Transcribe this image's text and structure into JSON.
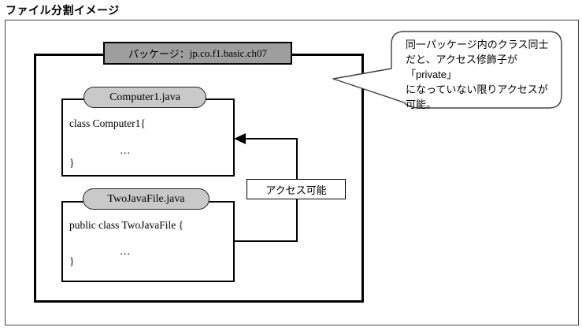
{
  "title": "ファイル分割イメージ",
  "package": {
    "label_prefix": "パッケージ：",
    "label_name": "jp.co.f1.basic.ch07"
  },
  "files": [
    {
      "tab": "Computer1.java",
      "code_lines": [
        "class Computer1{",
        "…",
        "}"
      ]
    },
    {
      "tab": "TwoJavaFile.java",
      "code_lines": [
        "public class TwoJavaFile {",
        "…",
        "}"
      ]
    }
  ],
  "connector": {
    "label": "アクセス可能"
  },
  "callout": {
    "lines": [
      "同一パッケージ内のクラス同士",
      "だと、アクセス修飾子が「private」",
      "になっていない限りアクセスが",
      "可能。"
    ]
  },
  "colors": {
    "package_label_bg": "#9e9e9e",
    "file_tab_bg": "#c9c9c9",
    "line": "#000000",
    "callout_border": "#404040",
    "background": "#ffffff"
  }
}
